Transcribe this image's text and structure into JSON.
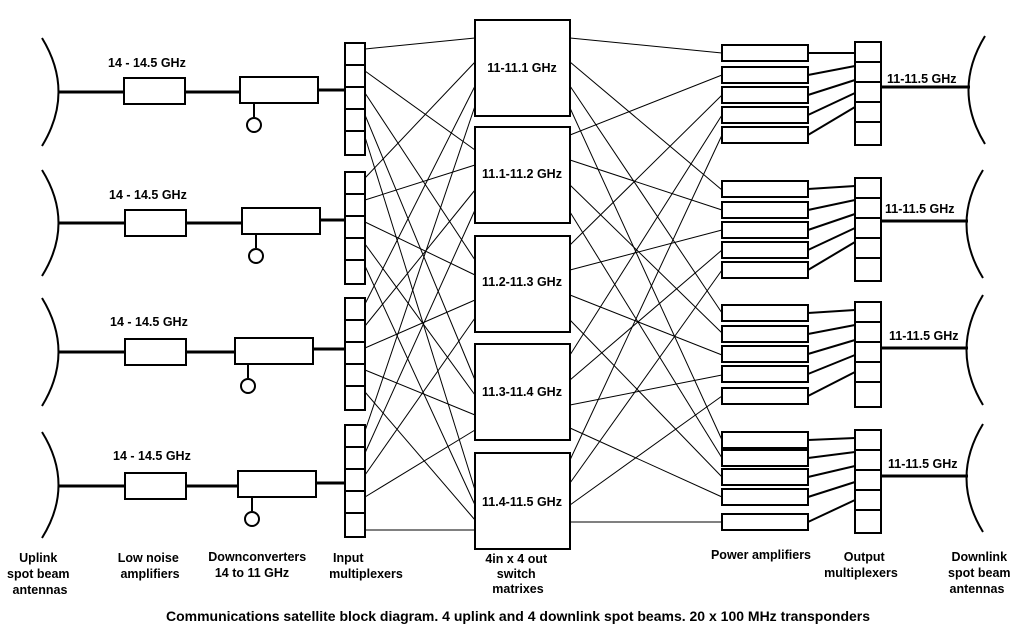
{
  "uplink_chains": [
    {
      "filter_label": "14 - 14.5 GHz"
    },
    {
      "filter_label": "14 - 14.5 GHz"
    },
    {
      "filter_label": "14 - 14.5 GHz"
    },
    {
      "filter_label": "14 - 14.5 GHz"
    }
  ],
  "switch_matrices": [
    {
      "label": "11-11.1 GHz"
    },
    {
      "label": "11.1-11.2 GHz"
    },
    {
      "label": "11.2-11.3 GHz"
    },
    {
      "label": "11.3-11.4 GHz"
    },
    {
      "label": "11.4-11.5 GHz"
    }
  ],
  "downlink_chains": [
    {
      "band_label": "11-11.5 GHz"
    },
    {
      "band_label": "11-11.5 GHz"
    },
    {
      "band_label": "11-11.5 GHz"
    },
    {
      "band_label": "11-11.5 GHz"
    }
  ],
  "column_labels": {
    "uplink_antennas": [
      "Uplink",
      "spot beam",
      "antennas"
    ],
    "lna": [
      "Low noise",
      "amplifiers"
    ],
    "downconverters": [
      "Downconverters",
      "14 to 11 GHz"
    ],
    "input_mux": [
      "Input",
      "multiplexers"
    ],
    "switch": [
      "4in  x 4 out",
      "switch",
      "matrixes"
    ],
    "power_amps": [
      "Power amplifiers"
    ],
    "output_mux": [
      "Output",
      "multiplexers"
    ],
    "downlink_antennas": [
      "Downlink",
      "spot beam",
      "antennas"
    ]
  },
  "caption": "Communications satellite block diagram.  4 uplink and 4 downlink spot beams. 20 x 100 MHz transponders"
}
